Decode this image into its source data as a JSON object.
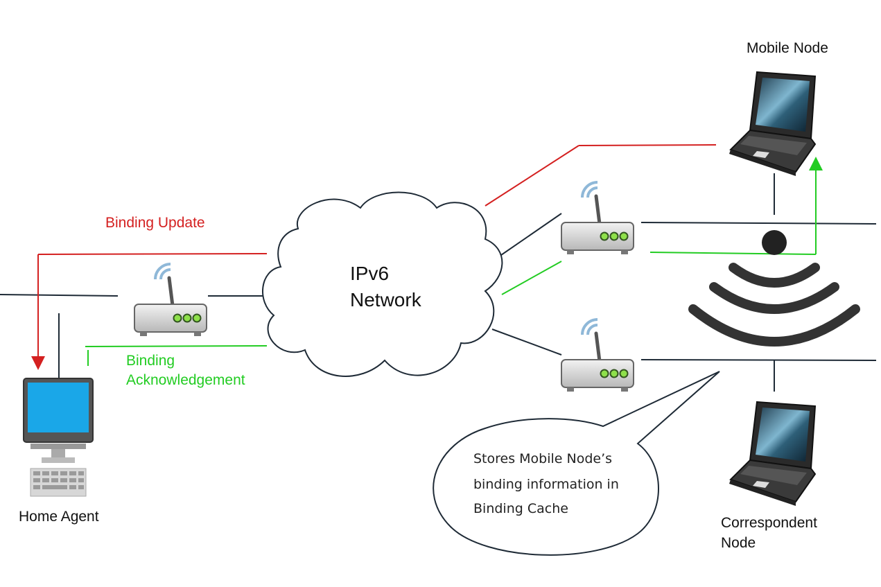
{
  "labels": {
    "mobile_node": "Mobile Node",
    "home_agent": "Home Agent",
    "correspondent_line1": "Correspondent",
    "correspondent_line2": "Node",
    "binding_update": "Binding Update",
    "binding_ack_line1": "Binding",
    "binding_ack_line2": "Acknowledgement",
    "cloud_line1": "IPv6",
    "cloud_line2": "Network",
    "bubble_line1": "Stores Mobile Node’s",
    "bubble_line2": "binding information in",
    "bubble_line3": "Binding Cache"
  },
  "colors": {
    "binding_update": "#d42020",
    "binding_ack": "#22cc22",
    "link": "#1e2a36",
    "text": "#111111"
  },
  "icons": [
    "desktop-computer-icon",
    "wireless-router-icon",
    "laptop-icon",
    "cloud-icon",
    "access-point-icon",
    "speech-bubble-icon"
  ]
}
